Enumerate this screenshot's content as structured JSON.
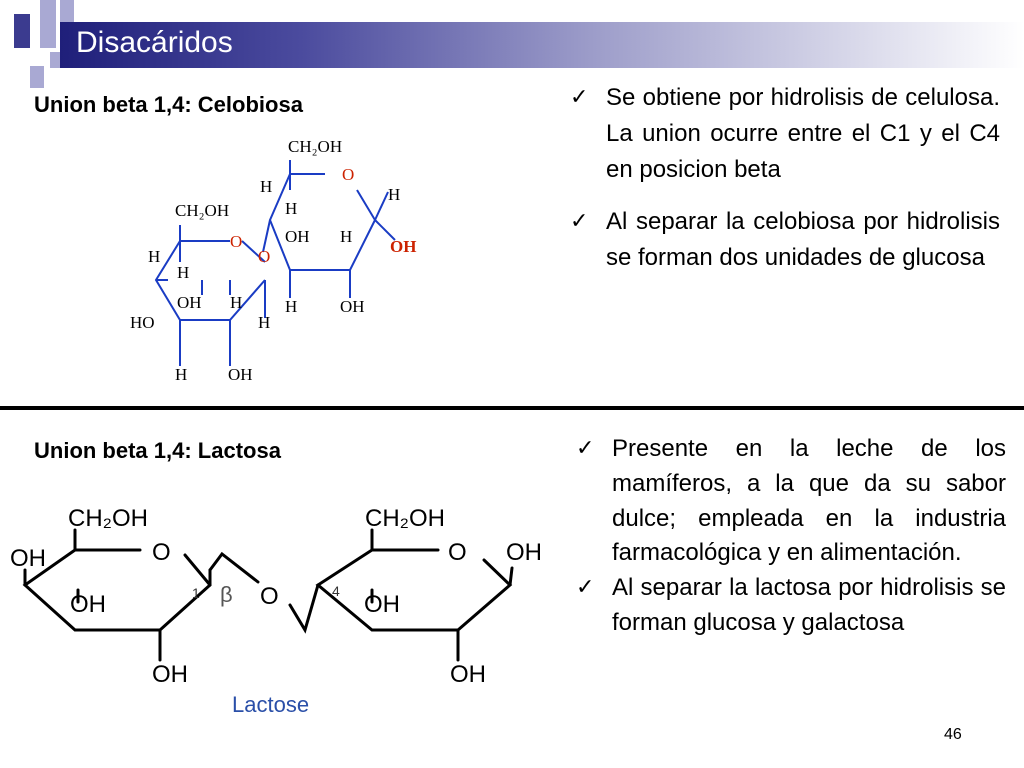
{
  "slide": {
    "title": "Disacáridos",
    "number": "46"
  },
  "icons": {
    "bullet": "check-mark-icon"
  },
  "colors": {
    "title_band": "#3b3b8f",
    "oxygen_label": "#cc2200",
    "bonds": "#1a3cc4"
  },
  "celobiosa": {
    "heading": "Union beta 1,4: Celobiosa",
    "bullets": [
      "Se obtiene por hidrolisis de celulosa. La union ocurre entre el C1 y el C4 en posicion beta",
      "Al separar la celobiosa por hidrolisis se forman dos unidades de glucosa"
    ],
    "diagram_labels": {
      "ch2oh_1": "CH₂OH",
      "ch2oh_2": "CH₂OH",
      "o_ring_1": "O",
      "o_ring_2": "O",
      "o_bridge": "O",
      "oh": "OH",
      "ho": "HO",
      "h": "H"
    }
  },
  "lactosa": {
    "heading": "Union beta 1,4: Lactosa",
    "bullets": [
      "Presente en la leche de los mamíferos, a la que da su sabor dulce; empleada en la industria farmacológica y en alimentación.",
      "Al separar la lactosa por hidrolisis se forman glucosa y galactosa"
    ],
    "diagram_labels": {
      "ch2oh": "CH₂OH",
      "o": "O",
      "oh": "OH",
      "num_1": "1",
      "num_4": "4",
      "beta": "β",
      "caption": "Lactose"
    }
  }
}
